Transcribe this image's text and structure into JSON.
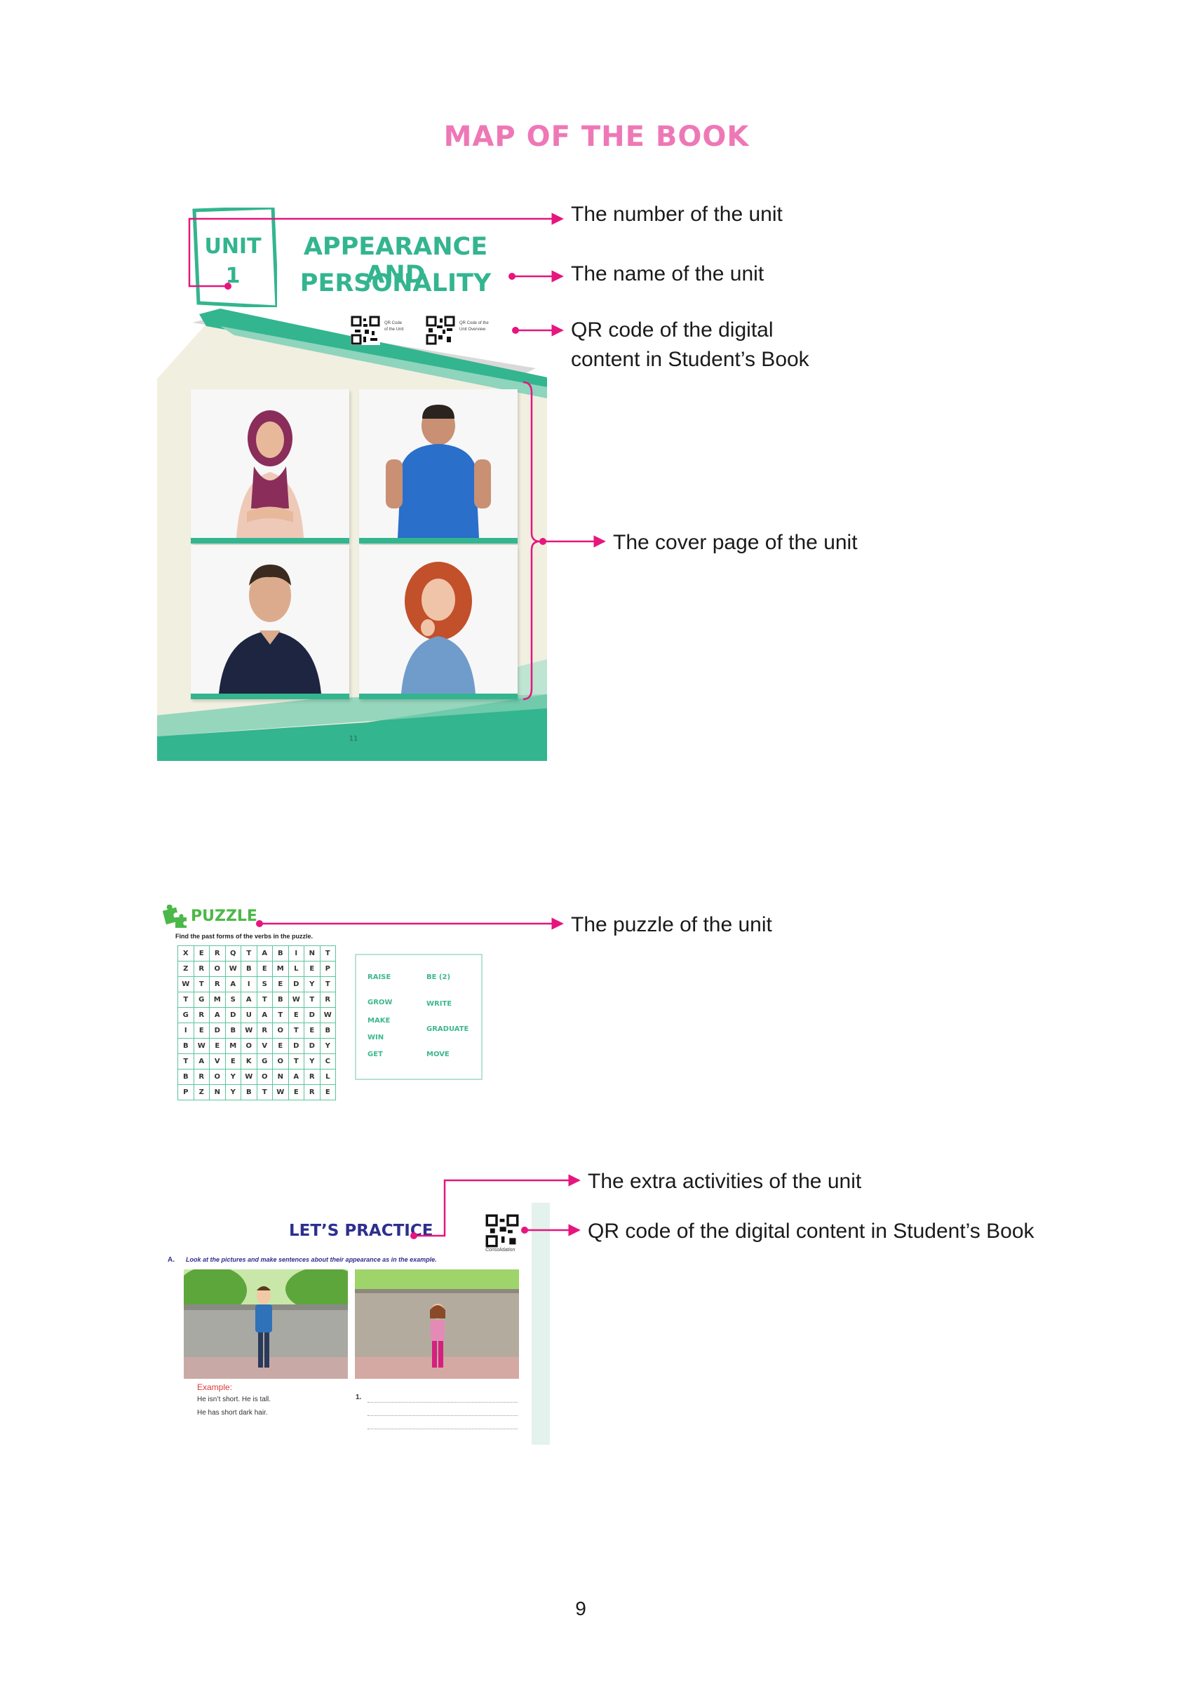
{
  "page_title": "MAP OF THE BOOK",
  "unit_block": {
    "unit_label": "UNIT",
    "unit_number": "1",
    "name_line1": "APPEARANCE AND",
    "name_line2": "PERSONALITY",
    "qr1_label_line1": "QR Code",
    "qr1_label_line2": "of the Unit",
    "qr2_label_line1": "QR Code of the",
    "qr2_label_line2": "Unit Overview",
    "page_number": "11"
  },
  "annotations": {
    "unit_number": "The number of the unit",
    "unit_name": "The name of the unit",
    "qr_line1": "QR code of the digital",
    "qr_line2": "content in Student’s Book",
    "cover_page": "The cover page of the unit",
    "puzzle": "The puzzle of the unit",
    "extra_activities": "The extra activities of the unit",
    "qr_practice": "QR code of the digital content in Student’s Book"
  },
  "puzzle": {
    "heading": "PUZZLE",
    "instruction": "Find the past forms of the verbs in the puzzle.",
    "grid": [
      [
        "X",
        "E",
        "R",
        "Q",
        "T",
        "A",
        "B",
        "I",
        "N",
        "T"
      ],
      [
        "Z",
        "R",
        "O",
        "W",
        "B",
        "E",
        "M",
        "L",
        "E",
        "P"
      ],
      [
        "W",
        "T",
        "R",
        "A",
        "I",
        "S",
        "E",
        "D",
        "Y",
        "T"
      ],
      [
        "T",
        "G",
        "M",
        "S",
        "A",
        "T",
        "B",
        "W",
        "T",
        "R"
      ],
      [
        "G",
        "R",
        "A",
        "D",
        "U",
        "A",
        "T",
        "E",
        "D",
        "W"
      ],
      [
        "I",
        "E",
        "D",
        "B",
        "W",
        "R",
        "O",
        "T",
        "E",
        "B"
      ],
      [
        "B",
        "W",
        "E",
        "M",
        "O",
        "V",
        "E",
        "D",
        "D",
        "Y"
      ],
      [
        "T",
        "A",
        "V",
        "E",
        "K",
        "G",
        "O",
        "T",
        "Y",
        "C"
      ],
      [
        "B",
        "R",
        "O",
        "Y",
        "W",
        "O",
        "N",
        "A",
        "R",
        "L"
      ],
      [
        "P",
        "Z",
        "N",
        "Y",
        "B",
        "T",
        "W",
        "E",
        "R",
        "E"
      ]
    ],
    "words_left": [
      "RAISE",
      "GROW",
      "MAKE",
      "WIN",
      "GET"
    ],
    "words_right": [
      "BE (2)",
      "WRITE",
      "GRADUATE",
      "MOVE"
    ]
  },
  "practice": {
    "heading": "LET’S PRACTICE",
    "qr_label": "Consolidation",
    "instruction_letter": "A.",
    "instruction": "Look at the pictures and make sentences about their appearance as in the example.",
    "example_label": "Example:",
    "example_line1": "He isn’t short. He is tall.",
    "example_line2": "He has short dark hair.",
    "item_number": "1."
  },
  "footer_page_number": "9",
  "colors": {
    "accent_pink": "#e6157f",
    "title_pink": "#ee78b6",
    "teal": "#33b58f",
    "navy": "#2d2f8f",
    "puzzle_green": "#4cb849"
  }
}
